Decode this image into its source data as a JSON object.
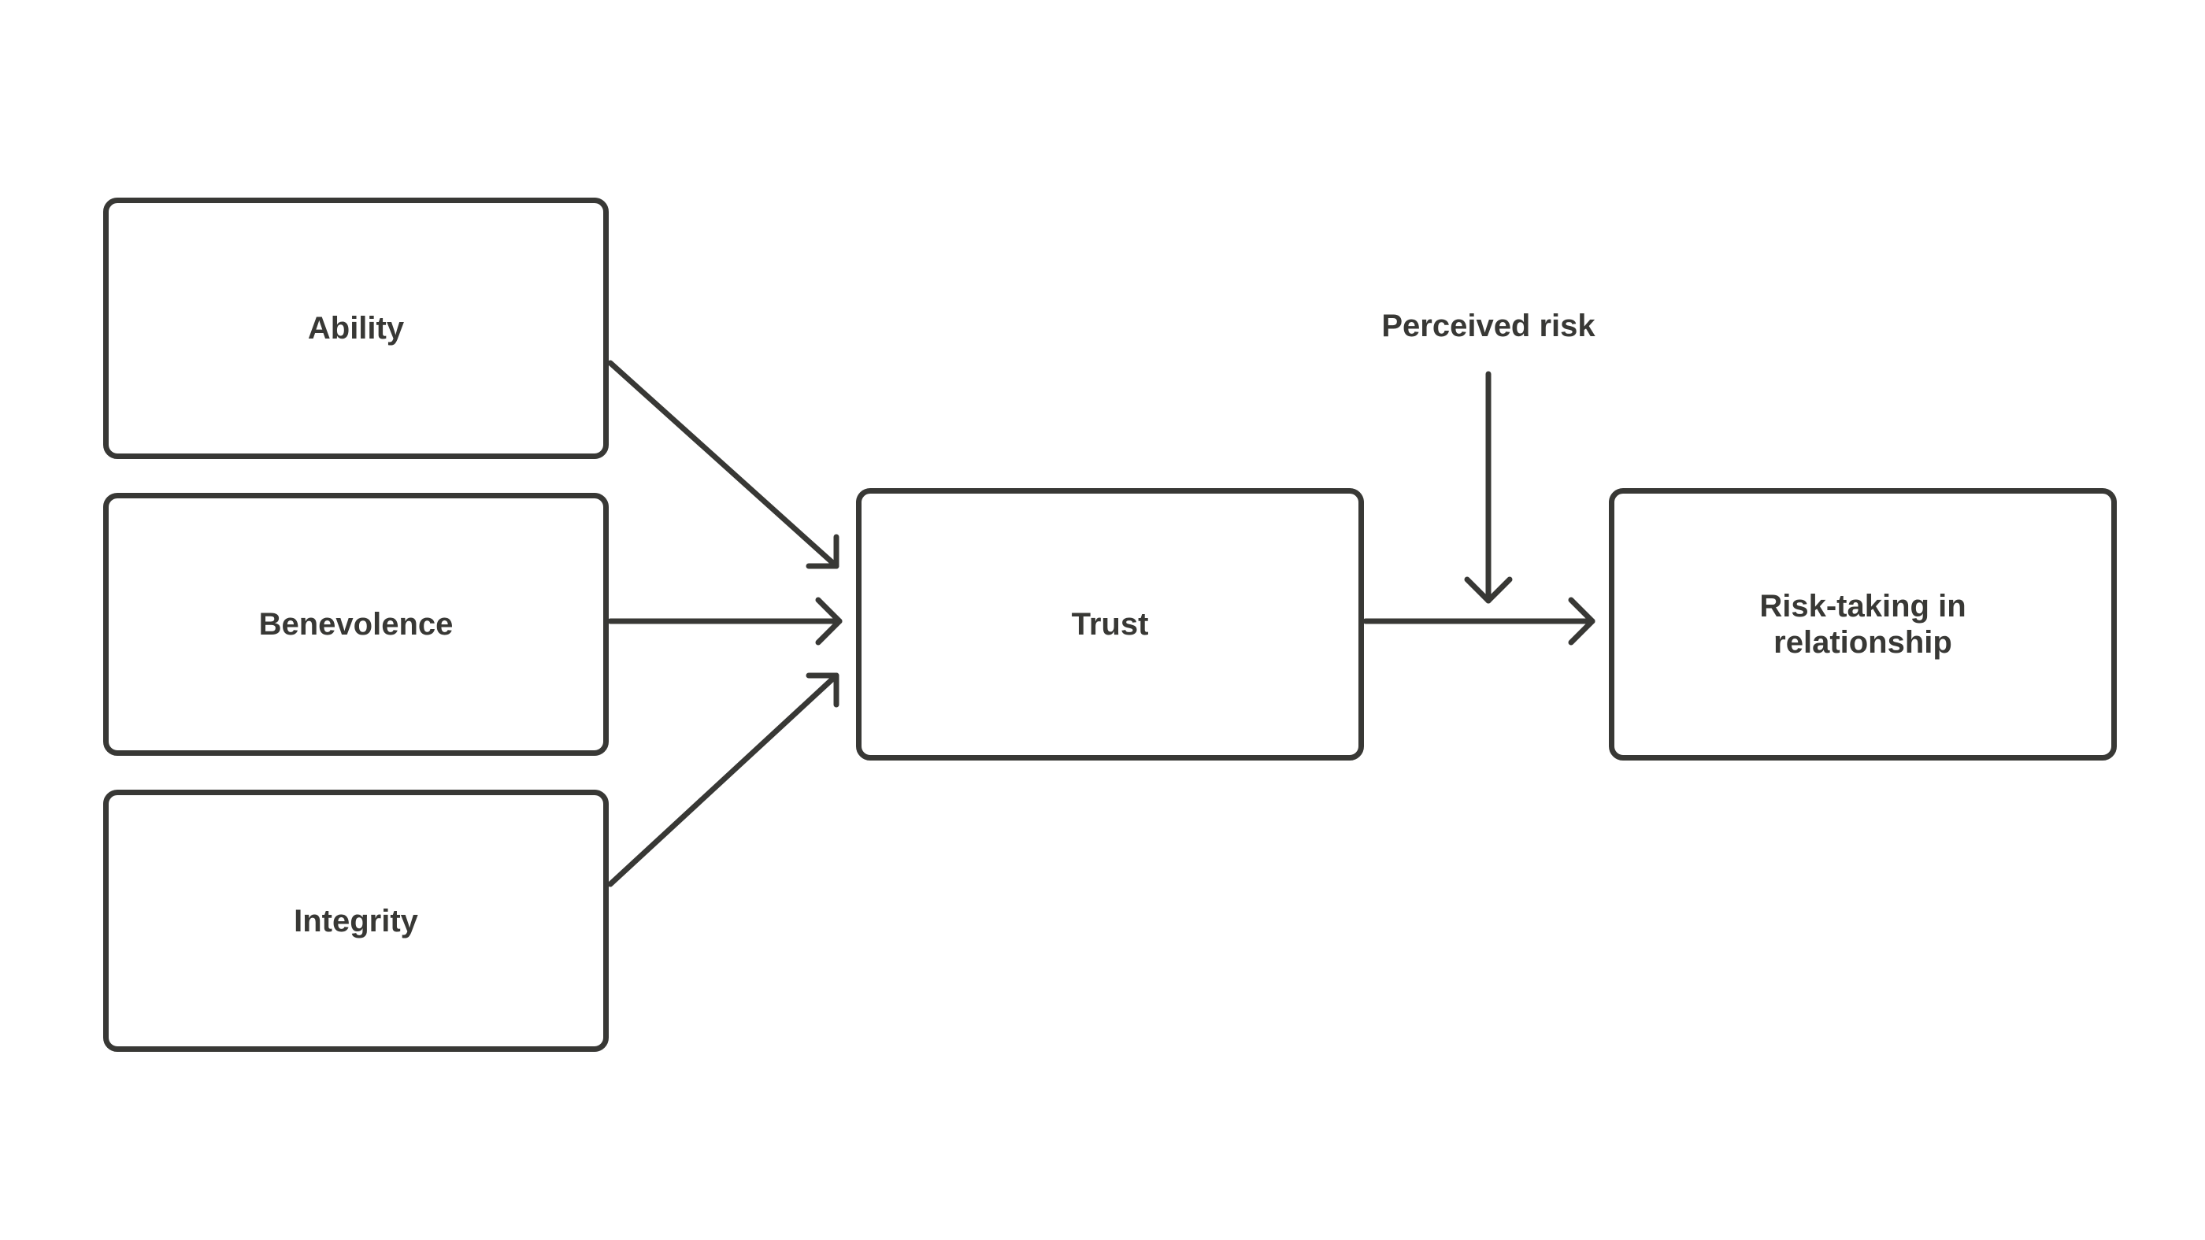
{
  "diagram": {
    "nodes": {
      "ability": "Ability",
      "benevolence": "Benevolence",
      "integrity": "Integrity",
      "trust": "Trust",
      "risk_taking": "Risk-taking in\nrelationship"
    },
    "moderator": "Perceived risk",
    "edges": [
      {
        "from": "ability",
        "to": "trust"
      },
      {
        "from": "benevolence",
        "to": "trust"
      },
      {
        "from": "integrity",
        "to": "trust"
      },
      {
        "from": "trust",
        "to": "risk_taking"
      },
      {
        "from": "moderator",
        "to": "trust-risk_taking-edge"
      }
    ],
    "colors": {
      "stroke": "#383835",
      "background": "#ffffff"
    }
  }
}
